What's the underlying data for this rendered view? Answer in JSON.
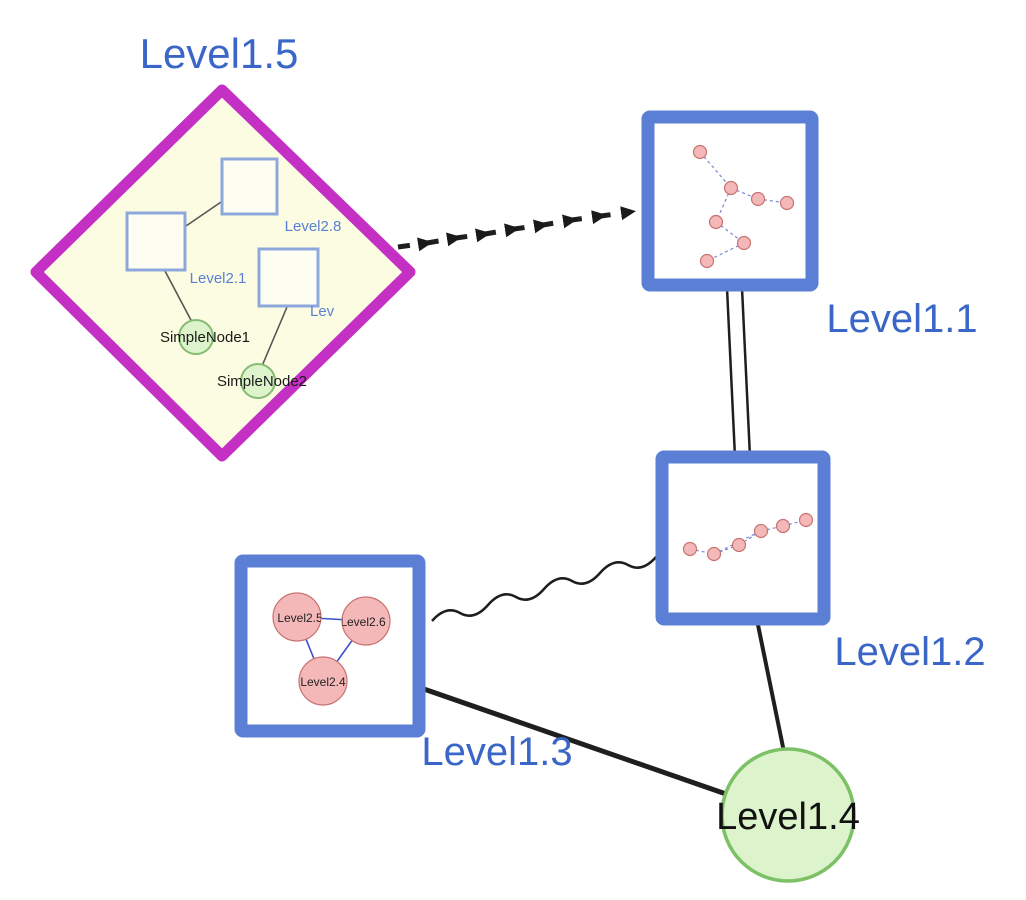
{
  "diagram": {
    "colors": {
      "label_blue": "#3a66c8",
      "node_border_blue": "#5b7fd4",
      "diamond_magenta": "#c42fc4",
      "diamond_fill": "#fcfce2",
      "green_fill": "#dcf3cb",
      "green_border": "#7cc165",
      "pink_fill": "#f4b8b8",
      "pink_border": "#c87272",
      "edge_black": "#1f1f1f",
      "inner_edge_blue": "#3c50c8",
      "dashed_edge_blue": "#7787cf"
    },
    "nodes": {
      "level1_5": "Level1.5",
      "level1_1": "Level1.1",
      "level1_2": "Level1.2",
      "level1_3": "Level1.3",
      "level1_4": "Level1.4"
    },
    "subnodes": {
      "level2_8": "Level2.8",
      "level2_1": "Level2.1",
      "lev": "Lev",
      "simple_node1": "SimpleNode1",
      "simple_node2": "SimpleNode2",
      "level2_5": "Level2.5",
      "level2_6": "Level2.6",
      "level2_4": "Level2.4"
    }
  }
}
